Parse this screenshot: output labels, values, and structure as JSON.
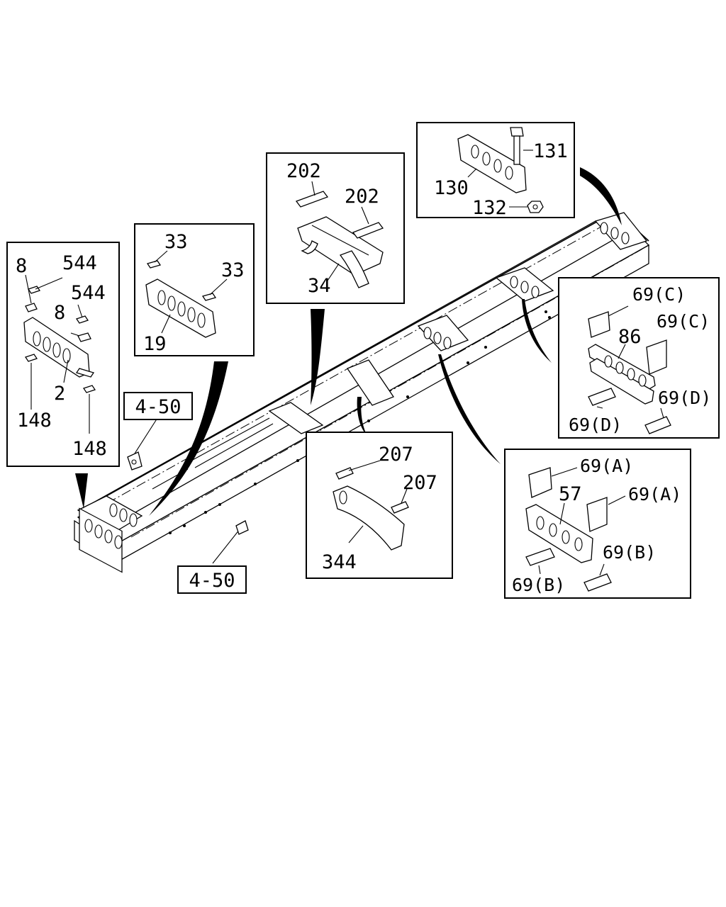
{
  "refs": {
    "top_left": "4-50",
    "bottom": "4-50"
  },
  "callouts": {
    "box1": {
      "p8a": "8",
      "p544a": "544",
      "p544b": "544",
      "p8b": "8",
      "p2": "2",
      "p148a": "148",
      "p148b": "148"
    },
    "box2": {
      "p33a": "33",
      "p33b": "33",
      "p19": "19"
    },
    "box3": {
      "p202a": "202",
      "p202b": "202",
      "p34": "34"
    },
    "box4": {
      "p131": "131",
      "p130": "130",
      "p132": "132"
    },
    "box5": {
      "p69c1": "69(C)",
      "p69c2": "69(C)",
      "p86": "86",
      "p69d1": "69(D)",
      "p69d2": "69(D)"
    },
    "box6": {
      "p207a": "207",
      "p207b": "207",
      "p344": "344"
    },
    "box7": {
      "p69a1": "69(A)",
      "p69a2": "69(A)",
      "p57": "57",
      "p69b1": "69(B)",
      "p69b2": "69(B)"
    }
  }
}
